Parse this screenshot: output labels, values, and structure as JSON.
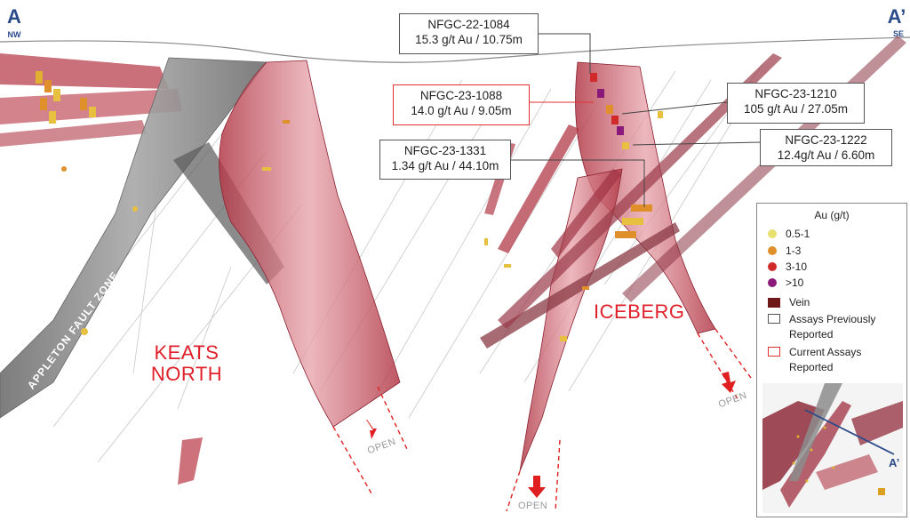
{
  "section": {
    "start_label": "A",
    "start_direction": "NW",
    "end_label": "A’",
    "end_direction": "SE"
  },
  "zones": {
    "keats_north_line1": "KEATS",
    "keats_north_line2": "NORTH",
    "iceberg": "ICEBERG",
    "fault_zone": "APPLETON FAULT ZONE"
  },
  "open_labels": [
    "OPEN",
    "OPEN",
    "OPEN"
  ],
  "callouts": [
    {
      "hole": "NFGC-22-1084",
      "assay": "15.3 g/t Au / 10.75m",
      "type": "previous"
    },
    {
      "hole": "NFGC-23-1088",
      "assay": "14.0 g/t Au / 9.05m",
      "type": "current"
    },
    {
      "hole": "NFGC-23-1210",
      "assay": "105 g/t Au / 27.05m",
      "type": "previous"
    },
    {
      "hole": "NFGC-23-1222",
      "assay": "12.4g/t Au / 6.60m",
      "type": "previous"
    },
    {
      "hole": "NFGC-23-1331",
      "assay": "1.34 g/t Au / 44.10m",
      "type": "previous"
    }
  ],
  "legend": {
    "title": "Au (g/t)",
    "grades": [
      {
        "label": "0.5-1",
        "color": "#e8e070"
      },
      {
        "label": "1-3",
        "color": "#e0902a"
      },
      {
        "label": "3-10",
        "color": "#d02a2a"
      },
      {
        "label": ">10",
        "color": "#8a1a7a"
      }
    ],
    "vein_label": "Vein",
    "vein_color": "#6e1818",
    "previous_label_line1": "Assays Previously",
    "previous_label_line2": "Reported",
    "current_label_line1": "Current Assays",
    "current_label_line2": "Reported",
    "inset_section_label": "A’"
  },
  "colors": {
    "vein_fill": "#c8505e",
    "fault_fill": "#8c8c8c",
    "accent_red": "#e0202a",
    "corner_blue": "#2b4a8a"
  }
}
